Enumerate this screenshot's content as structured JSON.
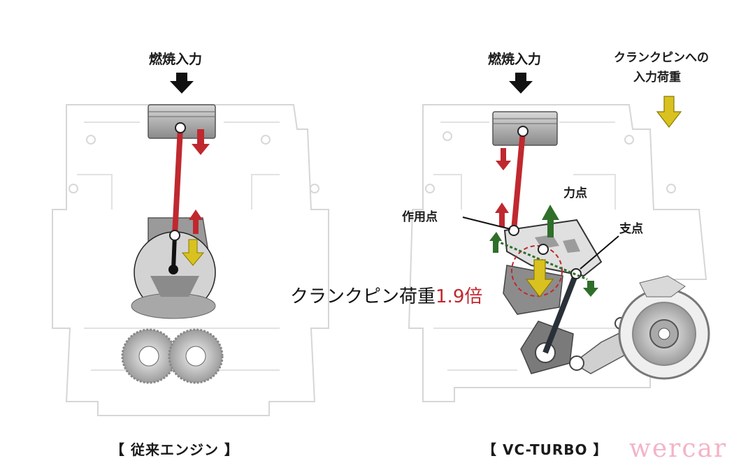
{
  "left": {
    "combustion_label": "燃焼入力",
    "caption": "【 従来エンジン 】"
  },
  "right": {
    "combustion_label": "燃焼入力",
    "crank_input_label_line1": "クランクピンへの",
    "crank_input_label_line2": "入力荷重",
    "power_point": "力点",
    "action_point": "作用点",
    "fulcrum": "支点",
    "crank_load_text": "クランクピン荷重",
    "crank_load_value": "1.9倍",
    "caption": "【 VC-TURBO 】"
  },
  "watermark": "wercar",
  "colors": {
    "rod_red": "#c0282f",
    "arrow_yellow": "#d9c21f",
    "arrow_green": "#2f6f2a",
    "value_red": "#c0282f"
  }
}
